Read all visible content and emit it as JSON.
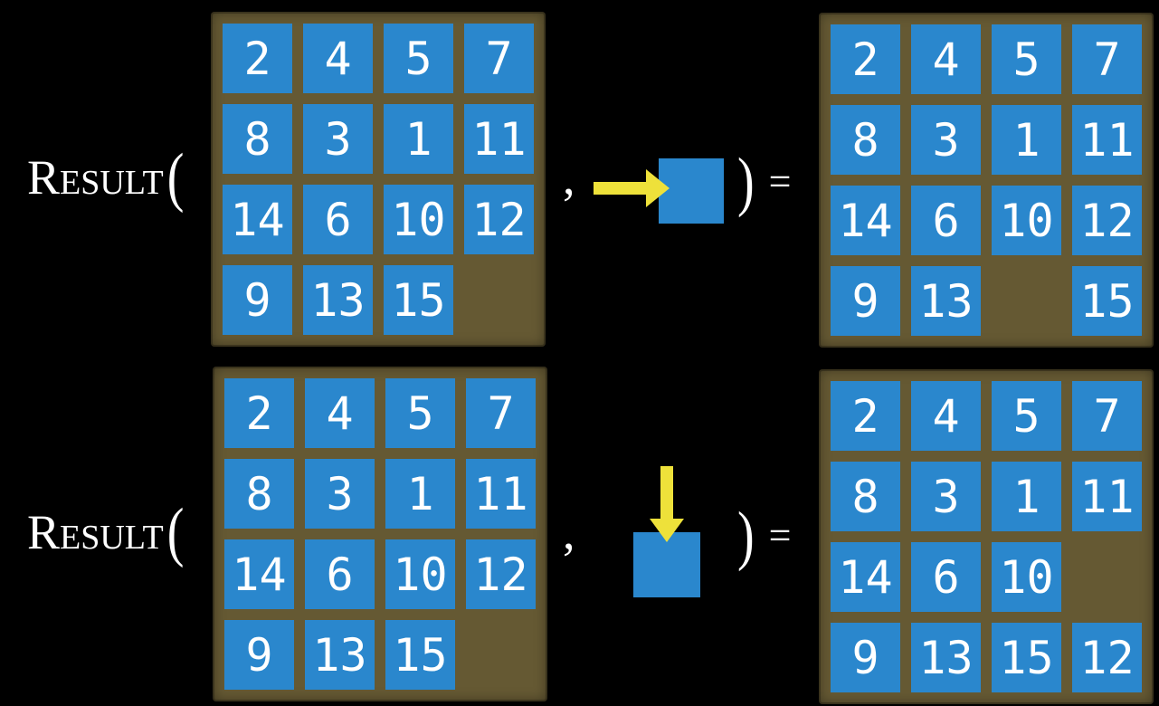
{
  "colors": {
    "tile_blue": "#2a87cd",
    "board_brown": "#655933",
    "arrow_yellow": "#eee13a",
    "text_white": "#ffffff",
    "background_black": "#000000"
  },
  "expressions": [
    {
      "function_label": "Result",
      "open_paren": "(",
      "comma": ",",
      "close_paren": ")",
      "equals": "=",
      "action": {
        "icon": "arrow-right-icon",
        "direction": "right"
      },
      "input_grid": [
        [
          "2",
          "4",
          "5",
          "7"
        ],
        [
          "8",
          "3",
          "1",
          "11"
        ],
        [
          "14",
          "6",
          "10",
          "12"
        ],
        [
          "9",
          "13",
          "15",
          ""
        ]
      ],
      "output_grid": [
        [
          "2",
          "4",
          "5",
          "7"
        ],
        [
          "8",
          "3",
          "1",
          "11"
        ],
        [
          "14",
          "6",
          "10",
          "12"
        ],
        [
          "9",
          "13",
          "",
          "15"
        ]
      ]
    },
    {
      "function_label": "Result",
      "open_paren": "(",
      "comma": ",",
      "close_paren": ")",
      "equals": "=",
      "action": {
        "icon": "arrow-down-icon",
        "direction": "down"
      },
      "input_grid": [
        [
          "2",
          "4",
          "5",
          "7"
        ],
        [
          "8",
          "3",
          "1",
          "11"
        ],
        [
          "14",
          "6",
          "10",
          "12"
        ],
        [
          "9",
          "13",
          "15",
          ""
        ]
      ],
      "output_grid": [
        [
          "2",
          "4",
          "5",
          "7"
        ],
        [
          "8",
          "3",
          "1",
          "11"
        ],
        [
          "14",
          "6",
          "10",
          ""
        ],
        [
          "9",
          "13",
          "15",
          "12"
        ]
      ]
    }
  ]
}
